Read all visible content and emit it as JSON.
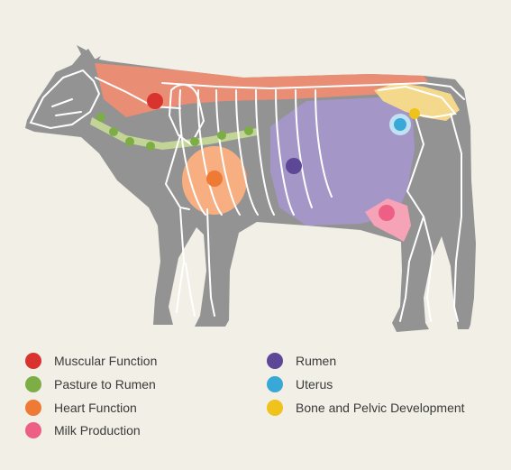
{
  "legend": {
    "items": [
      {
        "key": "muscular",
        "label": "Muscular Function",
        "color": "#d9332f"
      },
      {
        "key": "pasture",
        "label": "Pasture to Rumen",
        "color": "#7dad45"
      },
      {
        "key": "heart",
        "label": "Heart Function",
        "color": "#ee7a35"
      },
      {
        "key": "milk",
        "label": "Milk Production",
        "color": "#ee5f86"
      },
      {
        "key": "rumen",
        "label": "Rumen",
        "color": "#5d4797"
      },
      {
        "key": "uterus",
        "label": "Uterus",
        "color": "#38a8d8"
      },
      {
        "key": "bone",
        "label": "Bone and Pelvic Development",
        "color": "#f0c21c"
      }
    ]
  },
  "colors": {
    "background": "#f1efe6",
    "body": "#939393",
    "skeleton": "#ffffff",
    "muscle_region": "#e98d74",
    "rumen_region": "#a596c8",
    "heart_region": "#f7ae80",
    "udder": "#f6a3b8",
    "pelvis_region": "#f4d98c",
    "pasture_band": "#c2d597"
  }
}
